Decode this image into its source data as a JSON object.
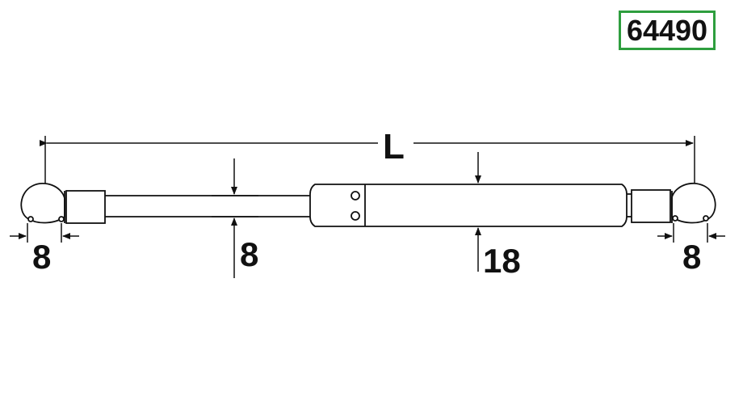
{
  "part_number": "64490",
  "labels": {
    "length": "L",
    "left_eye_diameter": "8",
    "rod_diameter": "8",
    "cylinder_diameter": "18",
    "right_eye_diameter": "8"
  },
  "colors": {
    "box_border": "#2e9e3e",
    "line": "#111111"
  }
}
